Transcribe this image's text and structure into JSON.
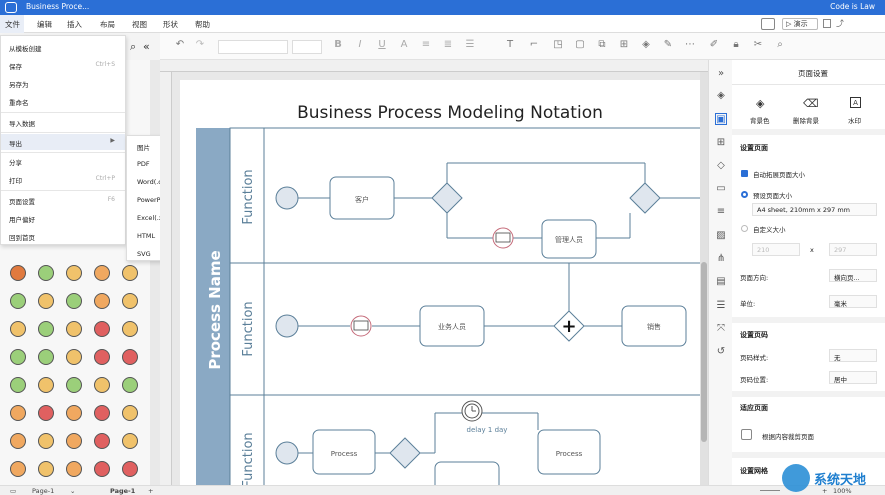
{
  "window": {
    "title": "Business Proce...",
    "user": "Code is Law"
  },
  "menubar": {
    "items": [
      "文件",
      "编辑",
      "插入",
      "布局",
      "视图",
      "形状",
      "帮助"
    ],
    "present_label": "演示"
  },
  "file_menu": {
    "items": [
      {
        "label": "从模板创建",
        "shortcut": ""
      },
      {
        "label": "保存",
        "shortcut": "Ctrl+S"
      },
      {
        "label": "另存为",
        "shortcut": ""
      },
      {
        "label": "重命名",
        "shortcut": ""
      },
      {
        "label": "导入数据",
        "shortcut": ""
      },
      {
        "label": "导出",
        "shortcut": ""
      },
      {
        "label": "分享",
        "shortcut": ""
      },
      {
        "label": "打印",
        "shortcut": "Ctrl+P"
      },
      {
        "label": "页面设置",
        "shortcut": "F6"
      },
      {
        "label": "用户偏好",
        "shortcut": ""
      },
      {
        "label": "回到首页",
        "shortcut": ""
      }
    ],
    "export_submenu": [
      "图片",
      "PDF",
      "Word(.docx)",
      "PowerPoint(.pptx)",
      "Excel(.xlsx)",
      "HTML",
      "SVG"
    ]
  },
  "diagram": {
    "title": "Business Process Modeling Notation",
    "pool_label": "Process Name",
    "lanes": [
      "Function",
      "Function",
      "Function"
    ],
    "tasks": [
      "客户",
      "管理人员",
      "业务人员",
      "销售",
      "Process",
      "Process"
    ],
    "timer_label": "delay 1 day"
  },
  "right_panel": {
    "title": "页面设置",
    "bg_color": "背景色",
    "delete_bg": "删除背景",
    "watermark": "水印",
    "section_page": "设置页面",
    "auto_extend": "自动拓展页面大小",
    "preset_size": "预设页面大小",
    "size_value": "A4 sheet, 210mm x 297 mm",
    "custom_size": "自定义大小",
    "width": "210",
    "x": "x",
    "height": "297",
    "orientation_label": "页面方向:",
    "orientation_value": "横向页...",
    "unit_label": "单位:",
    "unit_value": "毫米",
    "section_pagenum": "设置页码",
    "pagenum_style_label": "页码样式:",
    "pagenum_style_value": "无",
    "pagenum_pos_label": "页码位置:",
    "pagenum_pos_value": "居中",
    "section_fit": "适应页面",
    "fit_content": "根据内容裁剪页面",
    "section_grid": "设置网格"
  },
  "statusbar": {
    "page_tab_inactive": "Page-1",
    "page_tab_active": "Page-1",
    "add": "+",
    "zoom": "100%"
  },
  "watermark_logo": "系统天地",
  "colors": {
    "titlebar": "#2b6fd6",
    "pool": "#8aa9c4",
    "lane_line": "#5b7f99",
    "task_border": "#5b7f99",
    "accent": "#2b6fd6"
  }
}
